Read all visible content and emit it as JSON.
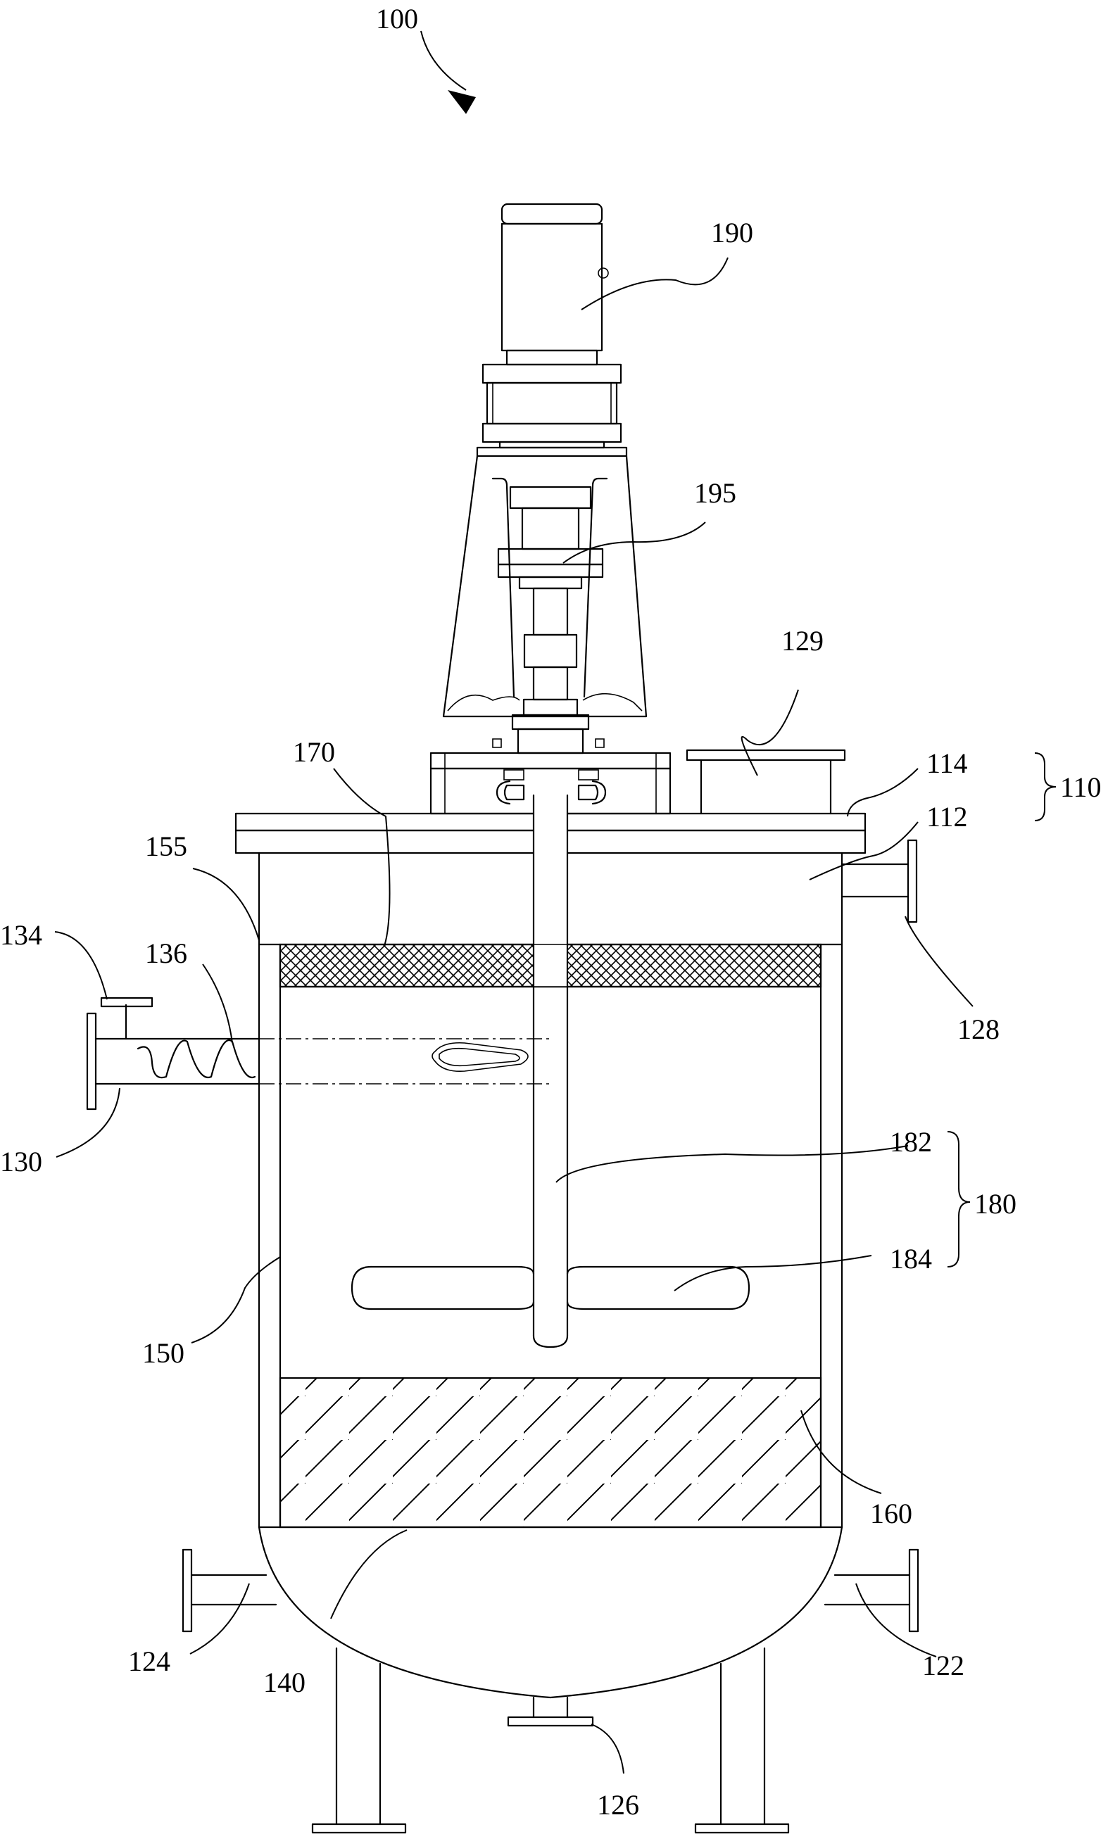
{
  "figure": {
    "labels": {
      "l100": "100",
      "l190": "190",
      "l195": "195",
      "l129": "129",
      "l114": "114",
      "l110": "110",
      "l112": "112",
      "l170": "170",
      "l155": "155",
      "l134": "134",
      "l136": "136",
      "l128": "128",
      "l130": "130",
      "l182": "182",
      "l180": "180",
      "l184": "184",
      "l150": "150",
      "l160": "160",
      "l124": "124",
      "l140": "140",
      "l122": "122",
      "l126": "126"
    }
  }
}
